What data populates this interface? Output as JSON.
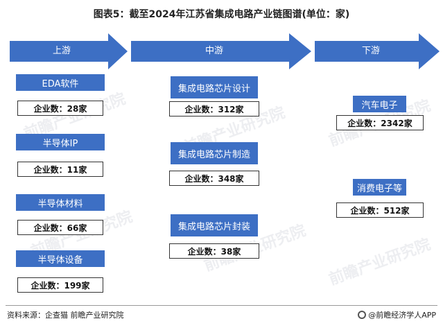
{
  "title": "图表5：截至2024年江苏省集成电路产业链图谱(单位：家)",
  "colors": {
    "arrow": "#3d6fc4",
    "node": "#3d6fc4"
  },
  "stages": [
    {
      "label": "上游"
    },
    {
      "label": "中游"
    },
    {
      "label": "下游"
    }
  ],
  "upstream": [
    {
      "name": "EDA软件",
      "count": "企业数：28家"
    },
    {
      "name": "半导体IP",
      "count": "企业数：11家"
    },
    {
      "name": "半导体材料",
      "count": "企业数：66家"
    },
    {
      "name": "半导体设备",
      "count": "企业数：199家"
    }
  ],
  "midstream": [
    {
      "name": "集成电路芯片设计",
      "count": "企业数：312家"
    },
    {
      "name": "集成电路芯片制造",
      "count": "企业数：348家"
    },
    {
      "name": "集成电路芯片封装",
      "count": "企业数：38家"
    }
  ],
  "downstream": [
    {
      "name": "汽车电子",
      "count": "企业数：2342家"
    },
    {
      "name": "消费电子等",
      "count": "企业数：512家"
    }
  ],
  "footer": {
    "source": "资料来源：企查猫 前瞻产业研究院",
    "brand": "@前瞻经济学人APP"
  }
}
